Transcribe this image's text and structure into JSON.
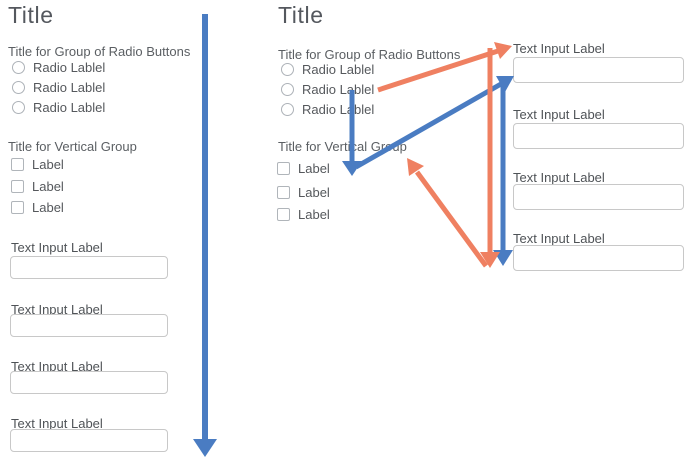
{
  "colors": {
    "arrow_blue": "#4a7cc2",
    "arrow_orange": "#ef8061"
  },
  "left_form": {
    "title": "Title",
    "radio_group": {
      "title": "Title for Group of Radio Buttons",
      "options": [
        "Radio Lablel",
        "Radio Lablel",
        "Radio Lablel"
      ]
    },
    "checkbox_group": {
      "title": "Title for Vertical Group",
      "options": [
        "Label",
        "Label",
        "Label"
      ]
    },
    "text_inputs": [
      {
        "label": "Text Input Label",
        "value": ""
      },
      {
        "label": "Text Input Label",
        "value": ""
      },
      {
        "label": "Text Input Label",
        "value": ""
      },
      {
        "label": "Text Input Label",
        "value": ""
      }
    ]
  },
  "right_form": {
    "title": "Title",
    "radio_group": {
      "title": "Title for Group of Radio Buttons",
      "options": [
        "Radio Lablel",
        "Radio Lablel",
        "Radio Lablel"
      ]
    },
    "checkbox_group": {
      "title": "Title for Vertical Group",
      "options": [
        "Label",
        "Label",
        "Label"
      ]
    },
    "text_inputs": [
      {
        "label": "Text Input Label",
        "value": ""
      },
      {
        "label": "Text Input Label",
        "value": ""
      },
      {
        "label": "Text Input Label",
        "value": ""
      },
      {
        "label": "Text Input Label",
        "value": ""
      }
    ]
  }
}
